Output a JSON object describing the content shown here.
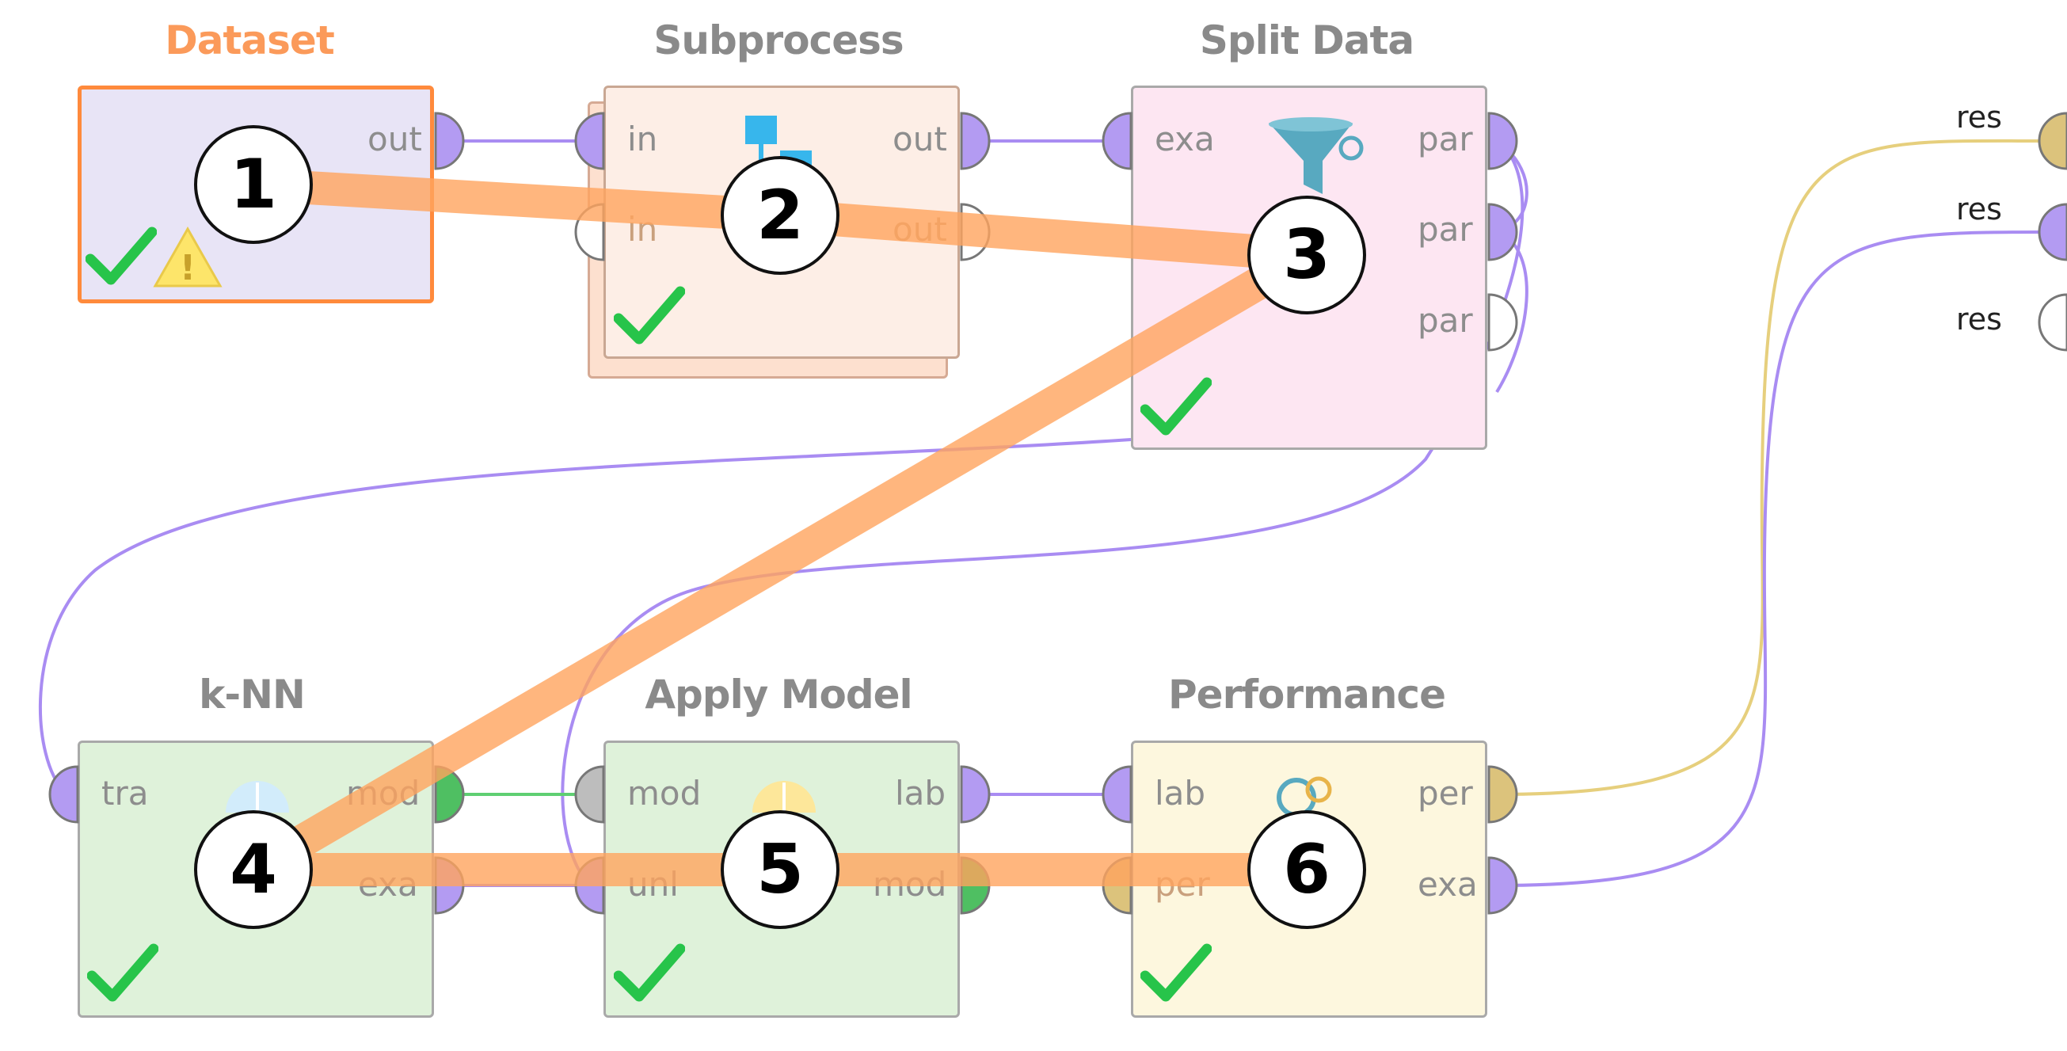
{
  "colors": {
    "connection_example": "#a98cf2",
    "connection_model": "#5fcf72",
    "connection_performance": "#e6cf7d",
    "execution_order_line": "#ffa45e",
    "port_example": "#b39bf2",
    "port_model": "#4fbf62",
    "port_performance": "#dcc37c",
    "port_unconnected": "#ffffff",
    "check_green": "#27c44a",
    "warning_yellow": "#fde56a"
  },
  "operators": [
    {
      "id": "dataset",
      "title": "Dataset",
      "selected": true,
      "inputs": [],
      "outputs": [
        "out"
      ],
      "icon": "warning-icon",
      "status": "check-icon"
    },
    {
      "id": "subprocess",
      "title": "Subprocess",
      "inputs": [
        "in",
        "in"
      ],
      "outputs": [
        "out",
        "out"
      ],
      "icon": "subprocess-icon",
      "status": "check-icon"
    },
    {
      "id": "split",
      "title": "Split Data",
      "inputs": [
        "exa"
      ],
      "outputs": [
        "par",
        "par",
        "par"
      ],
      "icon": "funnel-icon",
      "status": "check-icon"
    },
    {
      "id": "knn",
      "title": "k-NN",
      "inputs": [
        "tra"
      ],
      "outputs": [
        "mod",
        "exa"
      ],
      "icon": "knn-icon",
      "status": "check-icon"
    },
    {
      "id": "apply",
      "title": "Apply Model",
      "inputs": [
        "mod",
        "unl"
      ],
      "outputs": [
        "lab",
        "mod"
      ],
      "icon": "apply-model-icon",
      "status": "check-icon"
    },
    {
      "id": "perf",
      "title": "Performance",
      "inputs": [
        "lab",
        "per"
      ],
      "outputs": [
        "per",
        "exa"
      ],
      "icon": "performance-icon",
      "status": "check-icon"
    }
  ],
  "execution_order": [
    "1",
    "2",
    "3",
    "4",
    "5",
    "6"
  ],
  "result_ports": [
    "res",
    "res",
    "res"
  ]
}
